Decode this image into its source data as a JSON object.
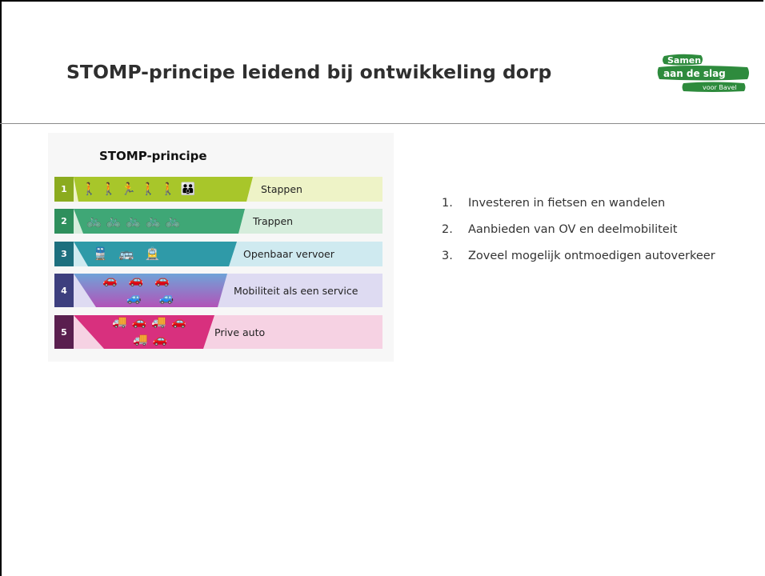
{
  "slide": {
    "title": "STOMP-principe leidend bij ontwikkeling dorp"
  },
  "logo": {
    "line1": "Samen",
    "line2": "aan de slag",
    "line3": "voor Bavel",
    "color": "#2e8b3d"
  },
  "figure": {
    "title": "STOMP-principe",
    "levels": [
      {
        "number": "1",
        "label": "Stappen",
        "icons": [
          "walking-person-icon",
          "person-with-stroller-icon",
          "running-person-icon",
          "walking-person-icon",
          "person-with-dog-icon",
          "adult-and-child-icon"
        ],
        "color": "#a8c62a",
        "bg": "#eef3c7"
      },
      {
        "number": "2",
        "label": "Trappen",
        "icons": [
          "bicycle-icon",
          "bicycle-icon",
          "cargo-bike-icon",
          "tandem-bicycle-icon",
          "e-bike-icon"
        ],
        "color": "#3fa776",
        "bg": "#d6eddc"
      },
      {
        "number": "3",
        "label": "Openbaar vervoer",
        "icons": [
          "train-icon",
          "bus-icon",
          "tram-icon"
        ],
        "color": "#2f9aa8",
        "bg": "#cfeaf0"
      },
      {
        "number": "4",
        "label": "Mobiliteit als een service",
        "icons": [
          "shared-car-icon",
          "shared-car-icon",
          "shared-car-icon",
          "car-icon",
          "car-icon"
        ],
        "color": "#7f68c0",
        "bg": "#dedbf2"
      },
      {
        "number": "5",
        "label": "Prive auto",
        "icons": [
          "van-icon",
          "car-icon",
          "van-icon",
          "car-icon",
          "van-icon",
          "car-icon"
        ],
        "color": "#d8307e",
        "bg": "#f6d2e3"
      }
    ]
  },
  "list": {
    "items": [
      {
        "number": "1.",
        "text": "Investeren in fietsen en wandelen"
      },
      {
        "number": "2.",
        "text": "Aanbieden van OV en deelmobiliteit"
      },
      {
        "number": "3.",
        "text": "Zoveel mogelijk ontmoedigen autoverkeer"
      }
    ]
  }
}
